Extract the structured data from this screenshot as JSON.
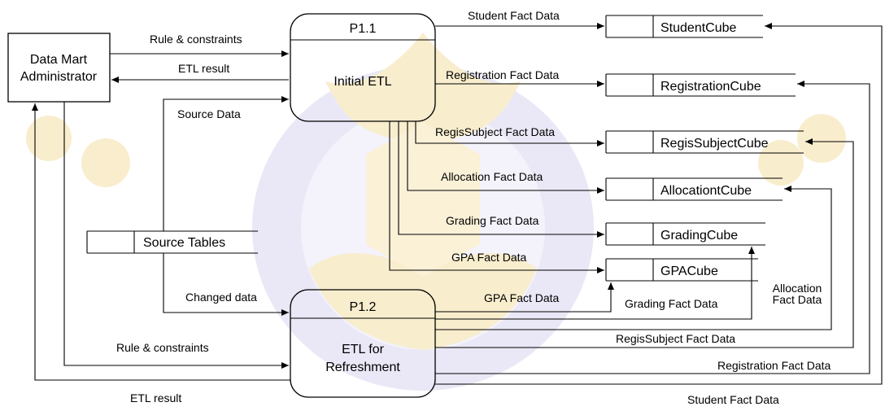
{
  "entities": {
    "admin": [
      "Data Mart",
      "Administrator"
    ]
  },
  "processes": {
    "p11": {
      "id": "P1.1",
      "name": "Initial ETL"
    },
    "p12": {
      "id": "P1.2",
      "name": [
        "ETL for",
        "Refreshment"
      ]
    }
  },
  "stores": {
    "source": "Source Tables",
    "student": "StudentCube",
    "registration": "RegistrationCube",
    "regissubject": "RegisSubjectCube",
    "allocation": "AllocationtCube",
    "grading": "GradingCube",
    "gpa": "GPACube"
  },
  "flows": {
    "rule_constraints_1": "Rule & constraints",
    "etl_result_1": "ETL result",
    "source_data": "Source Data",
    "changed_data": "Changed data",
    "rule_constraints_2": "Rule & constraints",
    "etl_result_2": "ETL result",
    "student_fact_1": "Student Fact Data",
    "registration_fact_1": "Registration Fact Data",
    "regissubject_fact_1": "RegisSubject Fact Data",
    "allocation_fact_1": "Allocation Fact Data",
    "grading_fact_1": "Grading Fact Data",
    "gpa_fact_1": "GPA Fact Data",
    "gpa_fact_2": "GPA Fact Data",
    "grading_fact_2": "Grading Fact Data",
    "allocation_fact_2": [
      "Allocation",
      "Fact Data"
    ],
    "regissubject_fact_2": "RegisSubject Fact Data",
    "registration_fact_2": "Registration Fact Data",
    "student_fact_2": "Student Fact Data"
  },
  "colors": {
    "watermark_blue": "#c9c6e6",
    "watermark_gold": "#f2d99a"
  }
}
